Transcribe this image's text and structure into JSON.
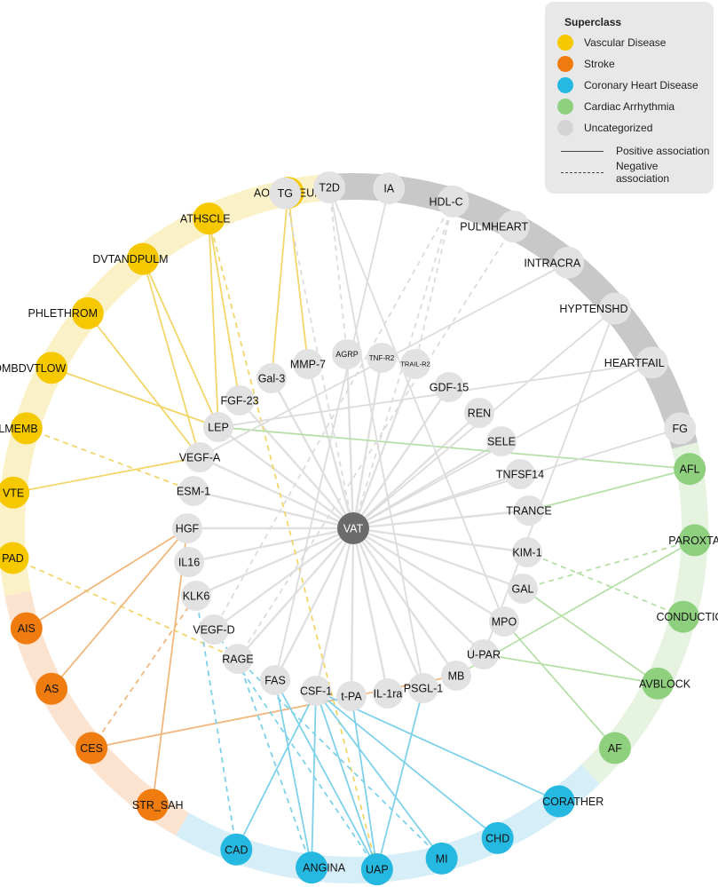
{
  "legend": {
    "title": "Superclass",
    "items": [
      {
        "label": "Vascular Disease",
        "color": "#f5c800"
      },
      {
        "label": "Stroke",
        "color": "#f07c10"
      },
      {
        "label": "Coronary Heart Disease",
        "color": "#25b8e0"
      },
      {
        "label": "Cardiac Arrhythmia",
        "color": "#8fd07e"
      },
      {
        "label": "Uncategorized",
        "color": "#d4d4d4"
      }
    ],
    "positive": "Positive association",
    "negative": "Negative association"
  },
  "colors": {
    "vascular": "#f5c800",
    "stroke": "#f07c10",
    "chd": "#25b8e0",
    "arrhythmia": "#8fd07e",
    "uncat_node": "#e2e2e2",
    "center": "#6b6b6b"
  },
  "outer_nodes": [
    {
      "id": "AORTANEUR",
      "group": "vascular"
    },
    {
      "id": "ATHSCLE",
      "group": "vascular"
    },
    {
      "id": "DVTANDPULM",
      "group": "vascular"
    },
    {
      "id": "PHLETHROM",
      "group": "vascular"
    },
    {
      "id": "PHLETHROMBDVTLOW",
      "group": "vascular"
    },
    {
      "id": "PULMEMB",
      "group": "vascular"
    },
    {
      "id": "VTE",
      "group": "vascular"
    },
    {
      "id": "PAD",
      "group": "vascular"
    },
    {
      "id": "AIS",
      "group": "stroke"
    },
    {
      "id": "AS",
      "group": "stroke"
    },
    {
      "id": "CES",
      "group": "stroke"
    },
    {
      "id": "STR_SAH",
      "group": "stroke"
    },
    {
      "id": "CAD",
      "group": "chd"
    },
    {
      "id": "ANGINA",
      "group": "chd"
    },
    {
      "id": "UAP",
      "group": "chd"
    },
    {
      "id": "MI",
      "group": "chd"
    },
    {
      "id": "CHD",
      "group": "chd"
    },
    {
      "id": "CORATHER",
      "group": "chd"
    },
    {
      "id": "AF",
      "group": "arrhythmia"
    },
    {
      "id": "AVBLOCK",
      "group": "arrhythmia"
    },
    {
      "id": "CONDUCTION",
      "group": "arrhythmia"
    },
    {
      "id": "PAROXTAC",
      "group": "arrhythmia"
    },
    {
      "id": "AFL",
      "group": "arrhythmia"
    },
    {
      "id": "FG",
      "group": "uncat"
    },
    {
      "id": "HEARTFAIL",
      "group": "uncat"
    },
    {
      "id": "HYPTENSHD",
      "group": "uncat"
    },
    {
      "id": "INTRACRA",
      "group": "uncat"
    },
    {
      "id": "PULMHEART",
      "group": "uncat"
    },
    {
      "id": "HDL-C",
      "group": "uncat"
    },
    {
      "id": "IA",
      "group": "uncat"
    },
    {
      "id": "T2D",
      "group": "uncat"
    },
    {
      "id": "TG",
      "group": "uncat"
    }
  ],
  "center_node": "VAT",
  "proteins": [
    "MMP-7",
    "AGRP",
    "TNF-R2",
    "TRAIL-R2",
    "GDF-15",
    "REN",
    "SELE",
    "TNFSF14",
    "TRANCE",
    "KIM-1",
    "GAL",
    "MPO",
    "U-PAR",
    "MB",
    "PSGL-1",
    "IL-1ra",
    "t-PA",
    "CSF-1",
    "FAS",
    "RAGE",
    "VEGF-D",
    "KLK6",
    "IL16",
    "HGF",
    "ESM-1",
    "VEGF-A",
    "LEP",
    "FGF-23",
    "Gal-3"
  ],
  "edges": [
    {
      "a": "AORTANEUR",
      "b": "MMP-7",
      "sign": "positive"
    },
    {
      "a": "AORTANEUR",
      "b": "Gal-3",
      "sign": "positive"
    },
    {
      "a": "ATHSCLE",
      "b": "FGF-23",
      "sign": "positive"
    },
    {
      "a": "ATHSCLE",
      "b": "LEP",
      "sign": "positive"
    },
    {
      "a": "ATHSCLE",
      "b": "UAP",
      "sign": "negative"
    },
    {
      "a": "DVTANDPULM",
      "b": "LEP",
      "sign": "positive"
    },
    {
      "a": "DVTANDPULM",
      "b": "VEGF-A",
      "sign": "positive"
    },
    {
      "a": "PHLETHROM",
      "b": "VEGF-A",
      "sign": "positive"
    },
    {
      "a": "PHLETHROMBDVTLOW",
      "b": "LEP",
      "sign": "positive"
    },
    {
      "a": "PULMEMB",
      "b": "ESM-1",
      "sign": "negative"
    },
    {
      "a": "VTE",
      "b": "VEGF-A",
      "sign": "positive"
    },
    {
      "a": "PAD",
      "b": "RAGE",
      "sign": "negative"
    },
    {
      "a": "AIS",
      "b": "HGF",
      "sign": "positive"
    },
    {
      "a": "AS",
      "b": "HGF",
      "sign": "positive"
    },
    {
      "a": "CES",
      "b": "KLK6",
      "sign": "negative"
    },
    {
      "a": "CES",
      "b": "MB",
      "sign": "positive"
    },
    {
      "a": "STR_SAH",
      "b": "HGF",
      "sign": "positive"
    },
    {
      "a": "CAD",
      "b": "KLK6",
      "sign": "negative"
    },
    {
      "a": "CAD",
      "b": "CSF-1",
      "sign": "positive"
    },
    {
      "a": "ANGINA",
      "b": "FAS",
      "sign": "positive"
    },
    {
      "a": "ANGINA",
      "b": "CSF-1",
      "sign": "positive"
    },
    {
      "a": "ANGINA",
      "b": "RAGE",
      "sign": "negative"
    },
    {
      "a": "UAP",
      "b": "FAS",
      "sign": "positive"
    },
    {
      "a": "UAP",
      "b": "CSF-1",
      "sign": "positive"
    },
    {
      "a": "UAP",
      "b": "t-PA",
      "sign": "positive"
    },
    {
      "a": "UAP",
      "b": "PSGL-1",
      "sign": "positive"
    },
    {
      "a": "UAP",
      "b": "VEGF-D",
      "sign": "negative"
    },
    {
      "a": "MI",
      "b": "CSF-1",
      "sign": "positive"
    },
    {
      "a": "MI",
      "b": "RAGE",
      "sign": "negative"
    },
    {
      "a": "CHD",
      "b": "CSF-1",
      "sign": "positive"
    },
    {
      "a": "CORATHER",
      "b": "CSF-1",
      "sign": "positive"
    },
    {
      "a": "AF",
      "b": "MPO",
      "sign": "positive"
    },
    {
      "a": "AVBLOCK",
      "b": "U-PAR",
      "sign": "positive"
    },
    {
      "a": "AVBLOCK",
      "b": "GAL",
      "sign": "positive"
    },
    {
      "a": "CONDUCTION",
      "b": "KIM-1",
      "sign": "negative"
    },
    {
      "a": "PAROXTAC",
      "b": "GAL",
      "sign": "negative"
    },
    {
      "a": "PAROXTAC",
      "b": "MB",
      "sign": "positive"
    },
    {
      "a": "AFL",
      "b": "LEP",
      "sign": "positive"
    },
    {
      "a": "AFL",
      "b": "TRANCE",
      "sign": "positive"
    },
    {
      "a": "FG",
      "b": "VAT",
      "sign": "positive"
    },
    {
      "a": "HEARTFAIL",
      "b": "LEP",
      "sign": "positive"
    },
    {
      "a": "HEARTFAIL",
      "b": "VAT",
      "sign": "positive"
    },
    {
      "a": "HYPTENSHD",
      "b": "VAT",
      "sign": "positive"
    },
    {
      "a": "HYPTENSHD",
      "b": "U-PAR",
      "sign": "positive"
    },
    {
      "a": "INTRACRA",
      "b": "VEGF-A",
      "sign": "positive"
    },
    {
      "a": "PULMHEART",
      "b": "RAGE",
      "sign": "negative"
    },
    {
      "a": "HDL-C",
      "b": "VAT",
      "sign": "negative"
    },
    {
      "a": "HDL-C",
      "b": "VEGF-D",
      "sign": "negative"
    },
    {
      "a": "HDL-C",
      "b": "TRAIL-R2",
      "sign": "negative"
    },
    {
      "a": "IA",
      "b": "FAS",
      "sign": "positive"
    },
    {
      "a": "T2D",
      "b": "MPO",
      "sign": "positive"
    },
    {
      "a": "T2D",
      "b": "PSGL-1",
      "sign": "positive"
    },
    {
      "a": "T2D",
      "b": "AGRP",
      "sign": "negative"
    },
    {
      "a": "TG",
      "b": "VAT",
      "sign": "negative"
    }
  ]
}
